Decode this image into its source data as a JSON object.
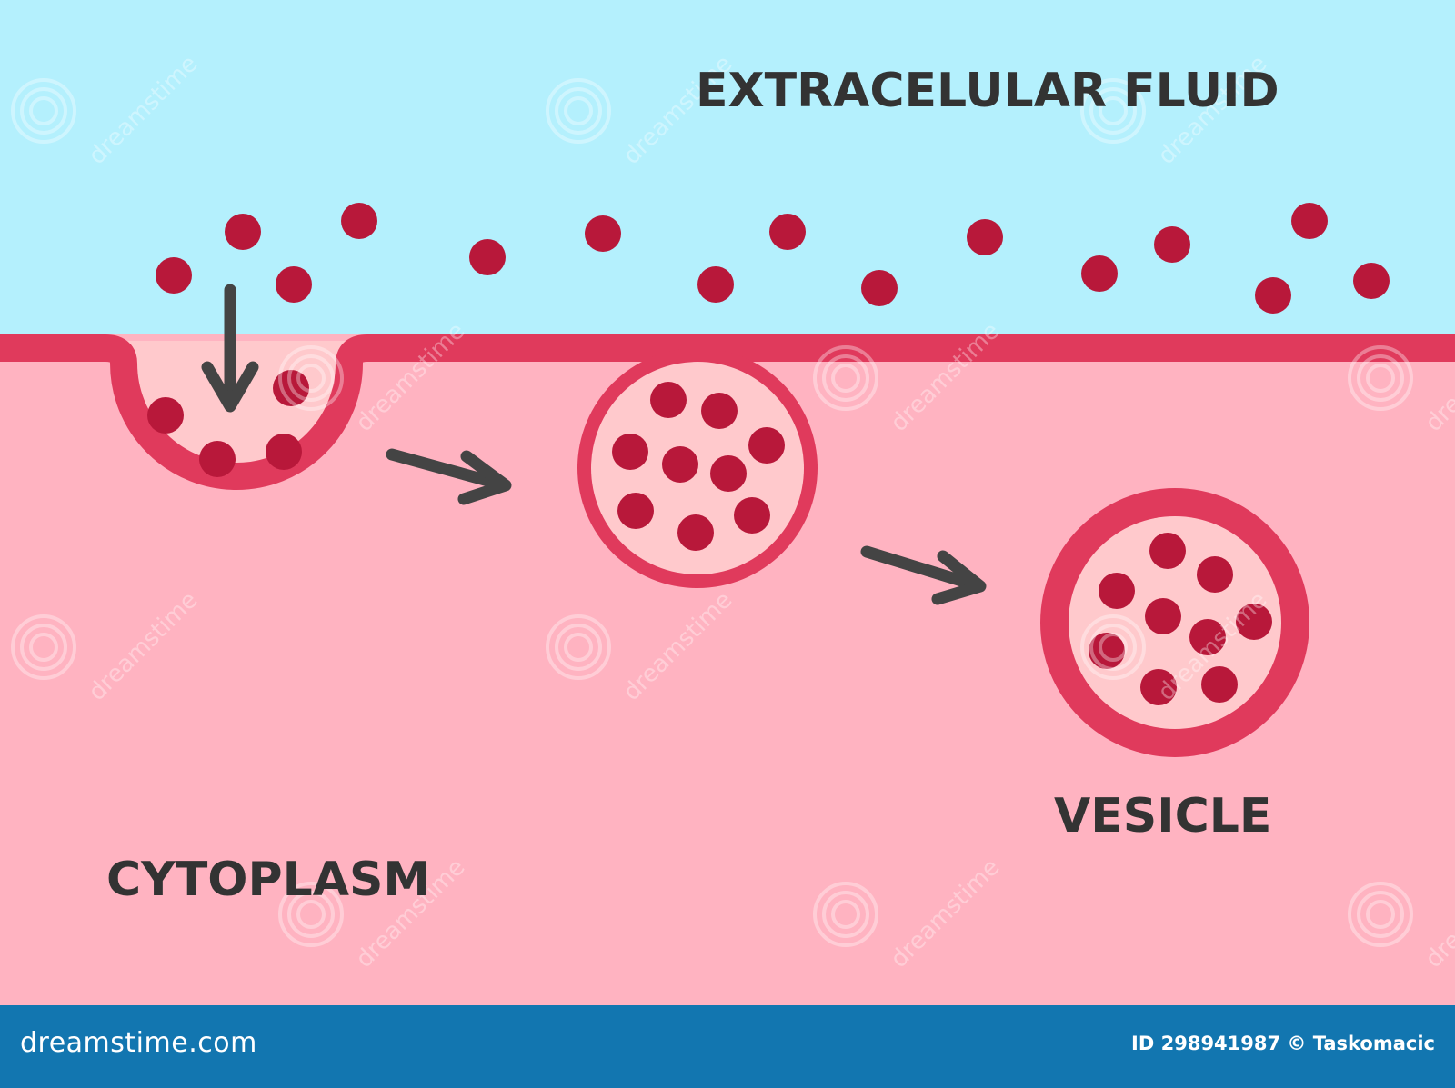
{
  "labels": {
    "extracellular": "EXTRACELULAR FLUID",
    "cytoplasm": "CYTOPLASM",
    "vesicle": "VESICLE"
  },
  "footer": {
    "logo": "dreamstime.com",
    "credit": "ID 298941987 © Taskomacic"
  },
  "watermark": {
    "text": "dreamstime",
    "icon": "spiral-logo-icon"
  },
  "colors": {
    "extracellular_fluid": "#b4f0fd",
    "cytoplasm": "#ffb3c1",
    "membrane": "#e03a5c",
    "vesicle_interior": "#ffc9cc",
    "particle": "#b8183a",
    "arrow": "#444444",
    "label_text": "#333333",
    "footer_bar": "#1276b0"
  }
}
